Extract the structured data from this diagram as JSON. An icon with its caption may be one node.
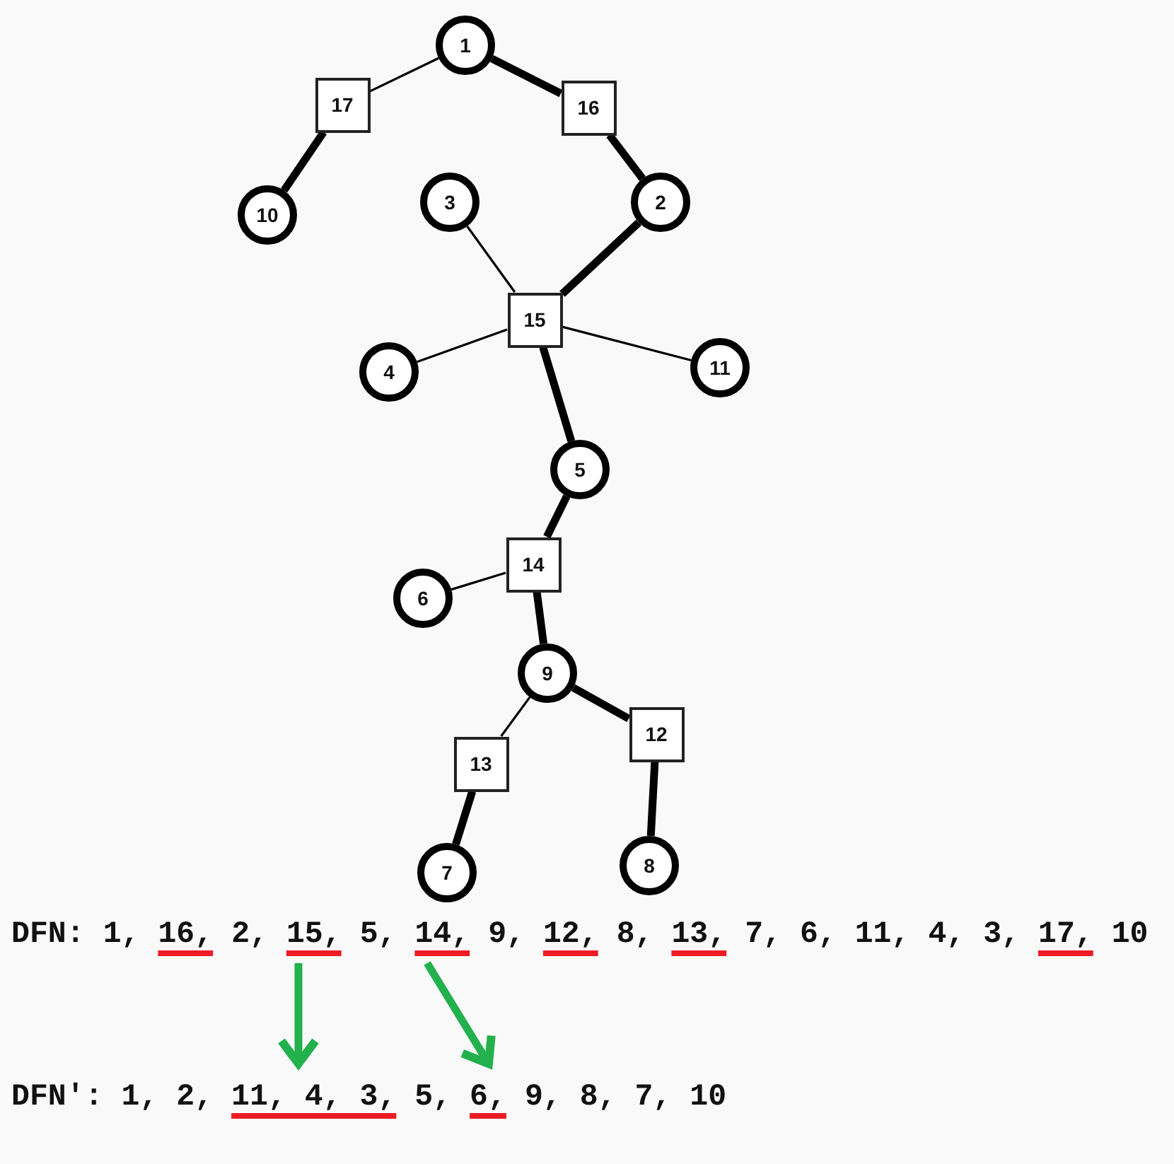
{
  "diagram": {
    "nodes": [
      {
        "text": [
          "1"
        ]
      },
      {
        "text": [
          "17"
        ]
      },
      {
        "text": [
          "16"
        ]
      },
      {
        "text": [
          "10"
        ]
      },
      {
        "text": [
          "3"
        ]
      },
      {
        "text": [
          "2"
        ]
      },
      {
        "text": [
          "15"
        ]
      },
      {
        "text": [
          "4"
        ]
      },
      {
        "text": [
          "11"
        ]
      },
      {
        "text": [
          "5"
        ]
      },
      {
        "text": [
          "14"
        ]
      },
      {
        "text": [
          "6"
        ]
      },
      {
        "text": [
          "9"
        ]
      },
      {
        "text": [
          "13"
        ]
      },
      {
        "text": [
          "12"
        ]
      },
      {
        "text": [
          "7"
        ]
      },
      {
        "text": [
          "8"
        ]
      },
      {
        "text": [
          "DFN: 1, 16, 2, 15, 5, 14, 9, 12, 8, 13, 7, 6, 11, 4, 3, 17, 10"
        ]
      },
      {
        "text": [
          "DFN': 1, 2, 11, 4, 3, 5, 6, 9, 8, 7, 10"
        ]
      }
    ],
    "edges": [
      {
        "from": 0,
        "to": 1,
        "arrow": "none"
      },
      {
        "from": 0,
        "to": 2,
        "arrow": "none"
      },
      {
        "from": 1,
        "to": 3,
        "arrow": "none"
      },
      {
        "from": 2,
        "to": 5,
        "arrow": "none"
      },
      {
        "from": 5,
        "to": 6,
        "arrow": "none"
      },
      {
        "from": 6,
        "to": 4,
        "arrow": "none"
      },
      {
        "from": 6,
        "to": 7,
        "arrow": "none"
      },
      {
        "from": 6,
        "to": 8,
        "arrow": "none"
      },
      {
        "from": 6,
        "to": 9,
        "arrow": "none"
      },
      {
        "from": 9,
        "to": 10,
        "arrow": "none"
      },
      {
        "from": 10,
        "to": 11,
        "arrow": "none"
      },
      {
        "from": 10,
        "to": 12,
        "arrow": "none"
      },
      {
        "from": 12,
        "to": 13,
        "arrow": "none"
      },
      {
        "from": 12,
        "to": 14,
        "arrow": "none"
      },
      {
        "from": 13,
        "to": 15,
        "arrow": "none"
      },
      {
        "from": 14,
        "to": 16,
        "arrow": "none"
      },
      {
        "from": 17,
        "to": 18,
        "arrow": "to",
        "color": "#22b14c"
      },
      {
        "from": 17,
        "to": 18,
        "arrow": "to",
        "color": "#22b14c"
      }
    ]
  }
}
